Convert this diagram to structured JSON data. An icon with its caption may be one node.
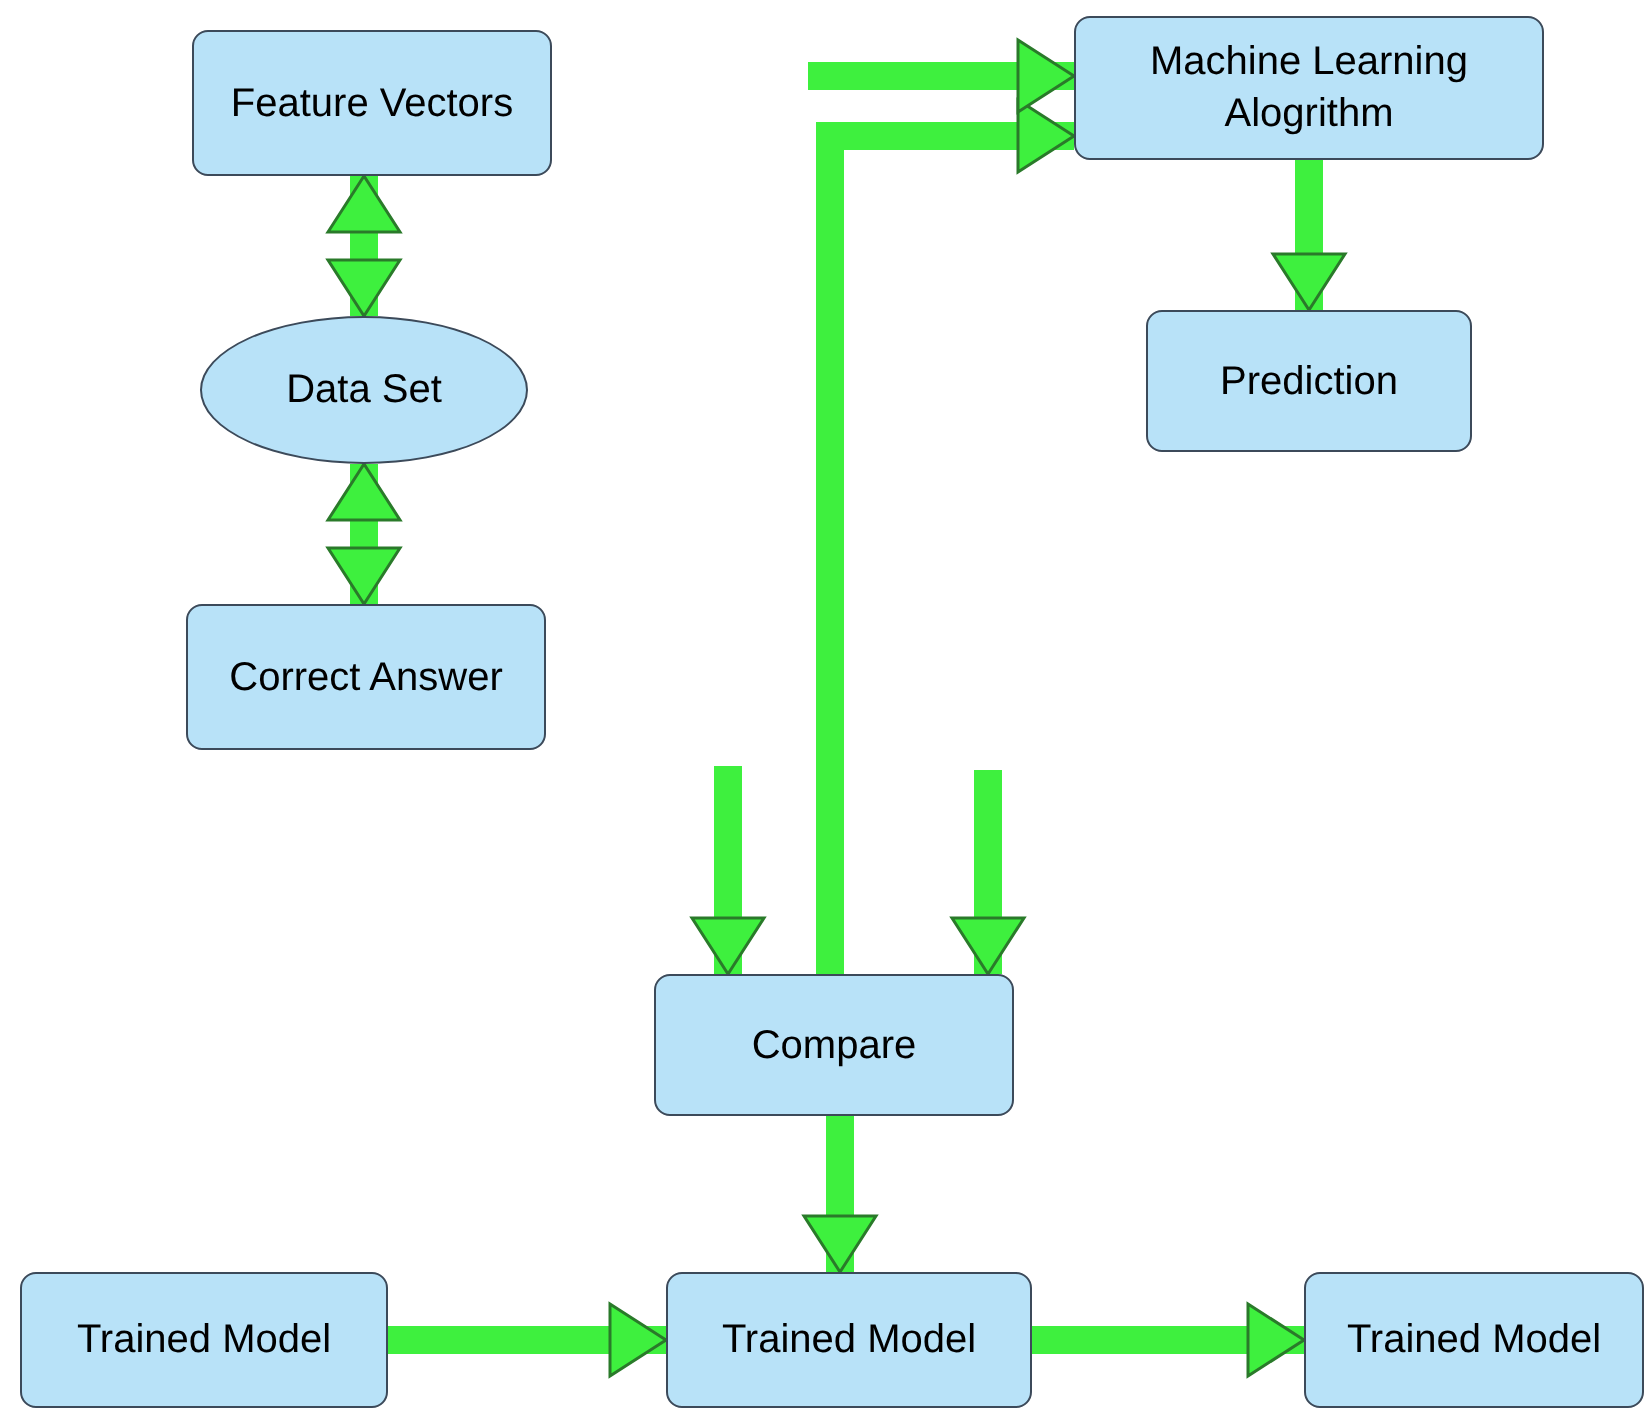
{
  "diagram": {
    "nodes": [
      {
        "text": [
          "Feature Vectors"
        ]
      },
      {
        "text": [
          "Data Set"
        ]
      },
      {
        "text": [
          "Correct Answer"
        ]
      },
      {
        "text": [
          "Machine Learning Alogrithm"
        ]
      },
      {
        "text": [
          "Prediction"
        ]
      },
      {
        "text": [
          "Compare"
        ]
      },
      {
        "text": [
          "Trained Model"
        ]
      },
      {
        "text": [
          "Trained Model"
        ]
      },
      {
        "text": [
          "Trained Model"
        ]
      }
    ],
    "edges": [
      {
        "from": 0,
        "to": 1,
        "arrow": "both"
      },
      {
        "from": 1,
        "to": 2,
        "arrow": "both"
      },
      {
        "from": 3,
        "to": 4,
        "arrow": "to"
      },
      {
        "from": 5,
        "to": 3,
        "arrow": "to"
      },
      {
        "from": 5,
        "to": 7,
        "arrow": "to"
      },
      {
        "from": 6,
        "to": 7,
        "arrow": "to"
      },
      {
        "from": 7,
        "to": 8,
        "arrow": "to"
      },
      {
        "from": null,
        "to": 3,
        "arrow": "to"
      },
      {
        "from": null,
        "to": 5,
        "arrow": "to"
      },
      {
        "from": null,
        "to": 5,
        "arrow": "to"
      }
    ]
  }
}
